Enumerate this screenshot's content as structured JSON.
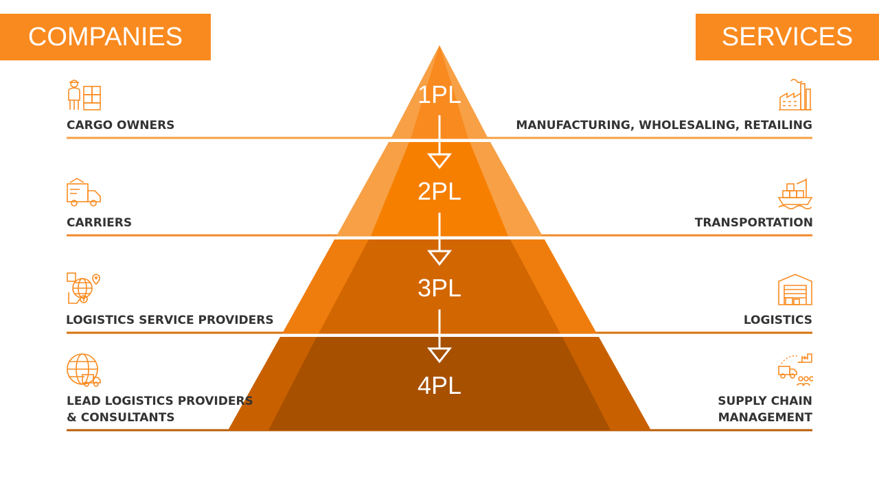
{
  "headers": {
    "left": "COMPANIES",
    "right": "SERVICES"
  },
  "levels": [
    {
      "tier": "1PL",
      "company": "CARGO OWNERS",
      "service": "MANUFACTURING, WHOLESALING, RETAILING",
      "company_icon": "worker-boxes-icon",
      "service_icon": "factory-icon"
    },
    {
      "tier": "2PL",
      "company": "CARRIERS",
      "service": "TRANSPORTATION",
      "company_icon": "truck-icon",
      "service_icon": "cargo-ship-icon"
    },
    {
      "tier": "3PL",
      "company": "LOGISTICS SERVICE PROVIDERS",
      "service": "LOGISTICS",
      "company_icon": "globe-location-icon",
      "service_icon": "warehouse-icon"
    },
    {
      "tier": "4PL",
      "company_line1": "LEAD LOGISTICS PROVIDERS",
      "company_line2": "& CONSULTANTS",
      "service_line1": "SUPPLY CHAIN",
      "service_line2": "MANAGEMENT",
      "company_icon": "globe-truck-icon",
      "service_icon": "supply-chain-icon"
    }
  ],
  "colors": {
    "accent": "#f98a1f",
    "tier1_outer": "#f7a045",
    "tier1_inner": "#f98a1f",
    "tier2_outer": "#f7a045",
    "tier2_inner": "#f77f00",
    "tier3_outer": "#ef7d0e",
    "tier3_inner": "#d26600",
    "tier4_outer": "#c96000",
    "tier4_inner": "#a65000",
    "line1": "#f7a045",
    "line2": "#f08a2a",
    "line3": "#d8720e",
    "line4": "#b85d06",
    "label_text": "#333333"
  }
}
